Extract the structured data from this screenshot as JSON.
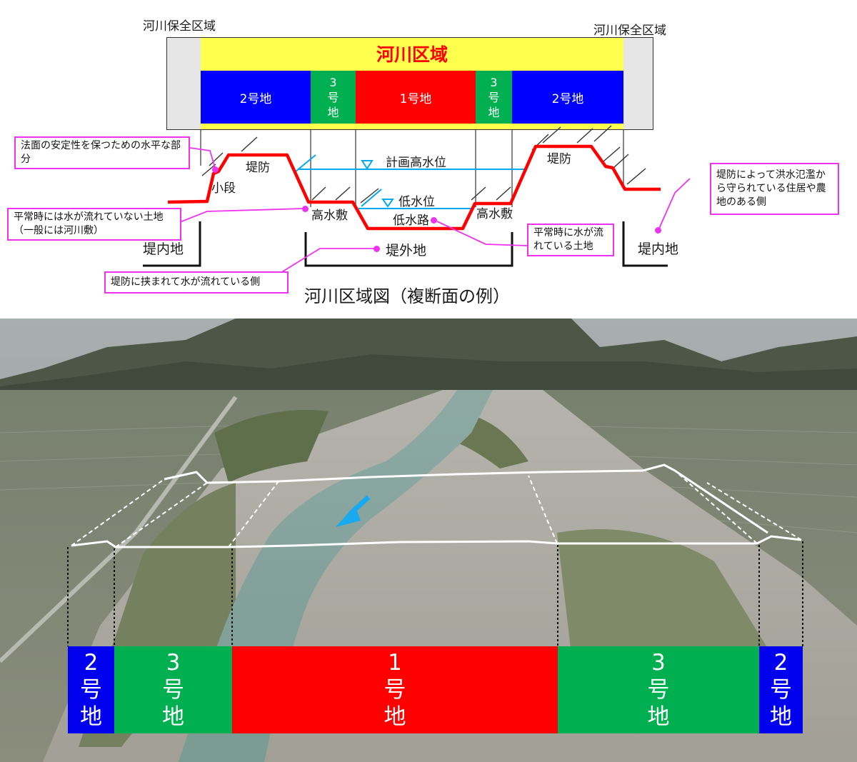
{
  "diagram": {
    "title": "河川区域図（複断面の例）",
    "conservation_left": "河川保全区域",
    "conservation_right": "河川保全区域",
    "river_zone": "河川区域",
    "zones": {
      "left2": "2号地",
      "left3": [
        "3",
        "号",
        "地"
      ],
      "center1": "1号地",
      "right3": [
        "3",
        "号",
        "地"
      ],
      "right2": "2号地"
    },
    "labels": {
      "small_step": "小段",
      "levee_left": "堤防",
      "levee_right": "堤防",
      "planned_high_water": "計画高水位",
      "low_water": "低水位",
      "high_bank_left": "高水敷",
      "high_bank_right": "高水敷",
      "low_water_channel": "低水路",
      "inland_left": "堤内地",
      "inland_right": "堤内地",
      "outer_land": "堤外地"
    },
    "callouts": {
      "small_step_desc": "法面の安定性を保つための水平な部分",
      "high_bank_desc": "平常時には水が流れていない土地（一般には河川敷）",
      "low_channel_desc": "平常時に水が流れている土地",
      "inland_desc": "堤防によって洪水氾濫から守られている住居や農地のある側",
      "outer_desc": "堤防に挟まれて水が流れている側"
    },
    "colors": {
      "zone1": "#ff0000",
      "zone2": "#0000ff",
      "zone3": "#00b050",
      "river_zone_fill": "#ffff4d",
      "conservation_fill": "#e6e6e6",
      "levee_line": "#ff0000",
      "water_line": "#00aaee",
      "callout": "#ee33ee"
    }
  },
  "photo": {
    "bands": {
      "left2": [
        "2",
        "号",
        "地"
      ],
      "left3": [
        "3",
        "号",
        "地"
      ],
      "center1": [
        "1",
        "号",
        "地"
      ],
      "right3": [
        "3",
        "号",
        "地"
      ],
      "right2": [
        "2",
        "号",
        "地"
      ]
    }
  }
}
